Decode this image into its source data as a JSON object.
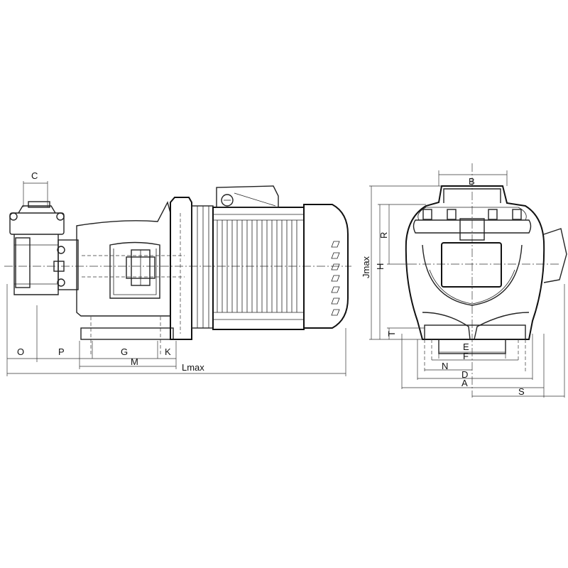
{
  "side_view": {
    "labels": {
      "C": "C",
      "O": "O",
      "P": "P",
      "G": "G",
      "K": "K",
      "M": "M",
      "Lmax": "Lmax"
    }
  },
  "end_view": {
    "labels": {
      "B": "B",
      "R": "R",
      "H": "H",
      "Jmax": "Jmax",
      "T": "T",
      "E": "E",
      "F": "F",
      "N": "N",
      "D": "D",
      "A": "A",
      "S": "S"
    }
  }
}
